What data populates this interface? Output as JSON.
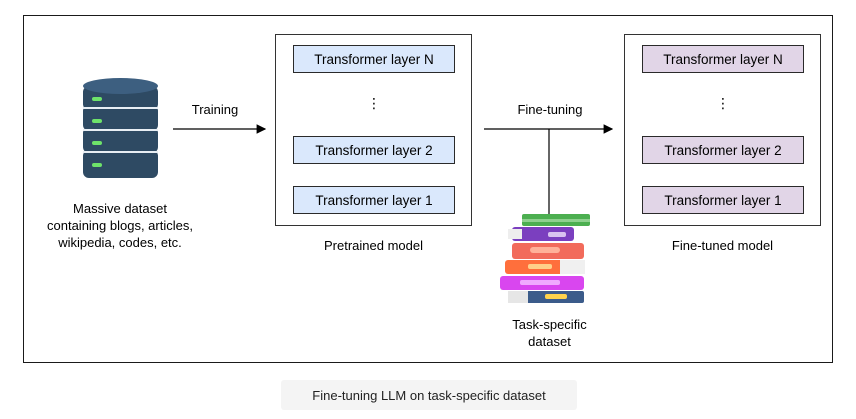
{
  "source": {
    "label_lines": [
      "Massive dataset",
      "containing blogs, articles,",
      "wikipedia, codes, etc."
    ],
    "icon": "database-icon"
  },
  "training_label": "Training",
  "pretrained": {
    "layers": [
      "Transformer layer N",
      "Transformer layer 2",
      "Transformer layer 1"
    ],
    "ellipsis": "⋮",
    "caption": "Pretrained model",
    "color": "#dae8fc"
  },
  "finetuning_label": "Fine-tuning",
  "task_dataset": {
    "label_lines": [
      "Task-specific",
      "dataset"
    ],
    "icon": "books-stack-icon"
  },
  "finetuned": {
    "layers": [
      "Transformer layer N",
      "Transformer layer 2",
      "Transformer layer 1"
    ],
    "ellipsis": "⋮",
    "caption": "Fine-tuned model",
    "color": "#e1d5e7"
  },
  "figure_caption": "Fine-tuning LLM on task-specific dataset"
}
